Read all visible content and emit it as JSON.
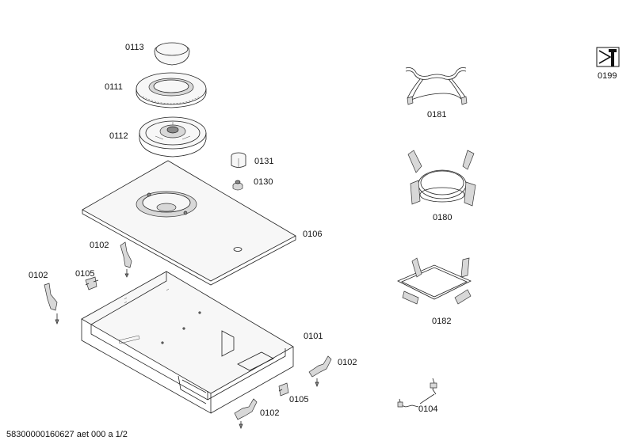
{
  "labels": {
    "p0113": "0113",
    "p0111": "0111",
    "p0112": "0112",
    "p0131": "0131",
    "p0130": "0130",
    "p0106": "0106",
    "p0102a": "0102",
    "p0102b": "0102",
    "p0105a": "0105",
    "p0101": "0101",
    "p0102c": "0102",
    "p0105b": "0105",
    "p0102d": "0102",
    "p0181": "0181",
    "p0180": "0180",
    "p0182": "0182",
    "p0104": "0104",
    "p0199": "0199"
  },
  "footer": "58300000160627 aet 000 a 1/2",
  "icons": {
    "service": "wrench-service-icon"
  }
}
